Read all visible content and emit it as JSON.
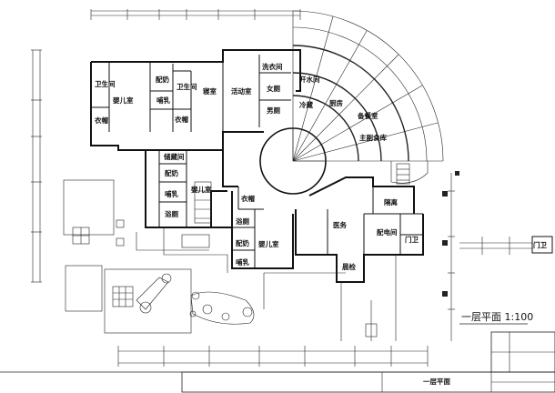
{
  "drawing": {
    "title": "一层平面 1:100",
    "titleblock_label": "一层平面"
  },
  "rooms": {
    "infant_room_left": "婴儿室",
    "toilet_left": "卫生间",
    "cloak_left": "衣帽",
    "milk_prep_top": "配奶",
    "nursing_top": "哺乳",
    "toilet_mid": "卫生间",
    "cloak_mid": "衣帽",
    "bedroom": "寝室",
    "activity_room": "活动室",
    "laundry": "洗衣间",
    "womens_wc": "女厕",
    "mens_wc": "男厕",
    "boiler_room": "开水间",
    "cold_storage": "冷藏",
    "kitchen": "厨房",
    "prep_room": "备餐室",
    "staple_store": "主副食库",
    "storage_mid": "储藏间",
    "milk_prep_mid": "配奶",
    "nursing_mid": "哺乳",
    "bath_mid": "浴厕",
    "infant_room_mid": "婴儿室",
    "cloak_center": "衣帽",
    "bath_lower": "浴厕",
    "milk_prep_lower": "配奶",
    "nursing_lower": "哺乳",
    "infant_room_lower": "婴儿室",
    "isolation": "隔离",
    "medical": "医务",
    "switch_room": "配电间",
    "guard": "门卫",
    "morning_check": "晨检",
    "guard_booth": "门卫"
  }
}
